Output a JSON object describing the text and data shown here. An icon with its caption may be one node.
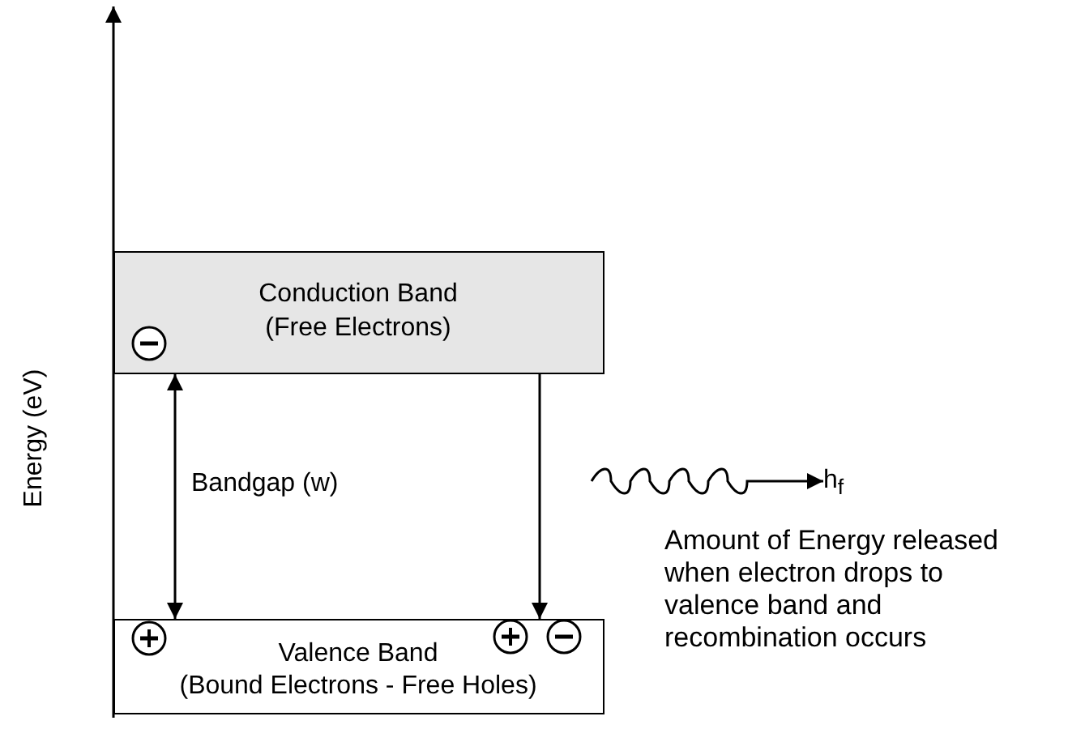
{
  "diagram": {
    "nodes": [
      {
        "text": [
          "Conduction Band",
          "(Free Electrons)"
        ]
      },
      {
        "text": [
          "Valence Band",
          "(Bound Electrons - Free Holes)"
        ]
      },
      {
        "text": [
          "h$_{f}$"
        ]
      }
    ],
    "edges": [
      {
        "from": 0,
        "to": 1,
        "arrow": "both",
        "label": "Bandgap (w)"
      },
      {
        "from": 0,
        "to": 1,
        "arrow": "to"
      },
      {
        "from": null,
        "to": 2,
        "arrow": "to"
      }
    ],
    "labels": [
      "Energy (eV)",
      "Amount of Energy released when electron drops to valence band and recombination occurs"
    ]
  }
}
